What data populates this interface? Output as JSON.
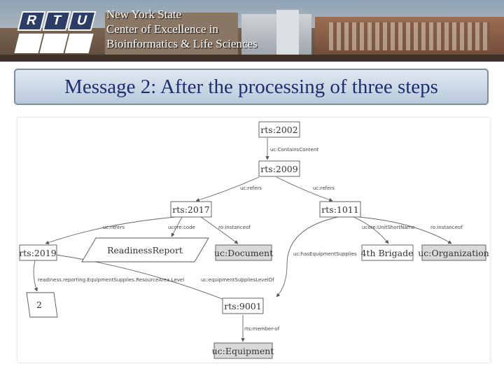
{
  "header": {
    "logo_letters": [
      "R",
      "T",
      "U"
    ],
    "org_lines": [
      "New York State",
      "Center of Excellence in",
      "Bioinformatics & Life Sciences"
    ]
  },
  "slide": {
    "title": "Message 2: After the processing of three steps"
  },
  "diagram": {
    "nodes": {
      "rts2002": "rts:2002",
      "rts2009": "rts:2009",
      "rts2017": "rts:2017",
      "rts1011": "rts:1011",
      "rts2019": "rts:2019",
      "readiness": "ReadinessReport",
      "ucdoc": "uc:Document",
      "brigade": "4th Brigade",
      "ucorg": "uc:Organization",
      "two": "2",
      "rts9001": "rts:9001",
      "uceq": "uc:Equipment"
    },
    "edges": {
      "contains": "uc:ContainsContent",
      "refers_l": "uc:refers",
      "refers_r": "uc:refers",
      "refers_2017": "uc:refers",
      "hascode": "ucore:code",
      "instanceof_doc": "ro:instanceof",
      "unitshort": "ucore:UnitShortName",
      "instanceof_org": "ro:instanceof",
      "hasequip": "uc:hasEquipmentSupplies",
      "readlevel": "readiness.reporting.EquipmentSupplies.ResourceArea.Level",
      "suppliesof": "uc:equipmentSuppliesLevelOf",
      "memberof": "rts:member-of"
    }
  }
}
